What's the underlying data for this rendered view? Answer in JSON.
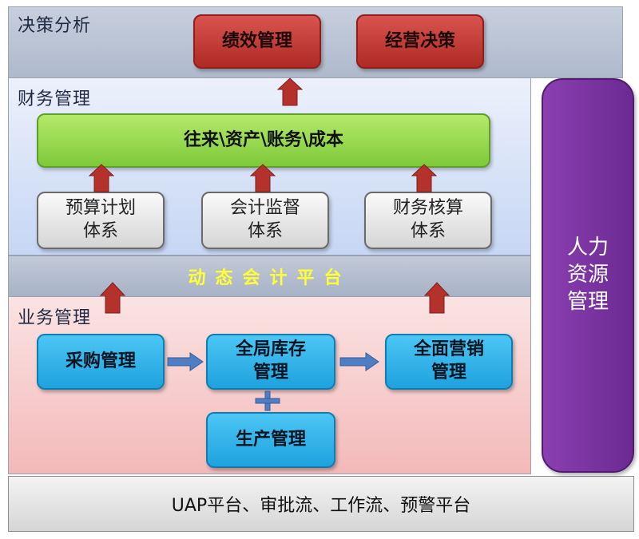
{
  "decision": {
    "label": "决策分析",
    "performance": "绩效管理",
    "operations": "经营决策"
  },
  "finance": {
    "label": "财务管理",
    "core": "往来\\资产\\账务\\成本",
    "budget": [
      "预算计划",
      "体系"
    ],
    "supervision": [
      "会计监督",
      "体系"
    ],
    "accounting": [
      "财务核算",
      "体系"
    ]
  },
  "platform": {
    "label": "动态会计平台"
  },
  "business": {
    "label": "业务管理",
    "purchasing": "采购管理",
    "inventory": [
      "全局库存",
      "管理"
    ],
    "marketing": [
      "全面营销",
      "管理"
    ],
    "production": "生产管理"
  },
  "hr": {
    "label": [
      "人力",
      "资源",
      "管理"
    ]
  },
  "uap": {
    "label": "UAP平台、审批流、工作流、预警平台"
  },
  "colors": {
    "arrow_red": "#b5312c",
    "arrow_blue": "#4f7ec4"
  }
}
